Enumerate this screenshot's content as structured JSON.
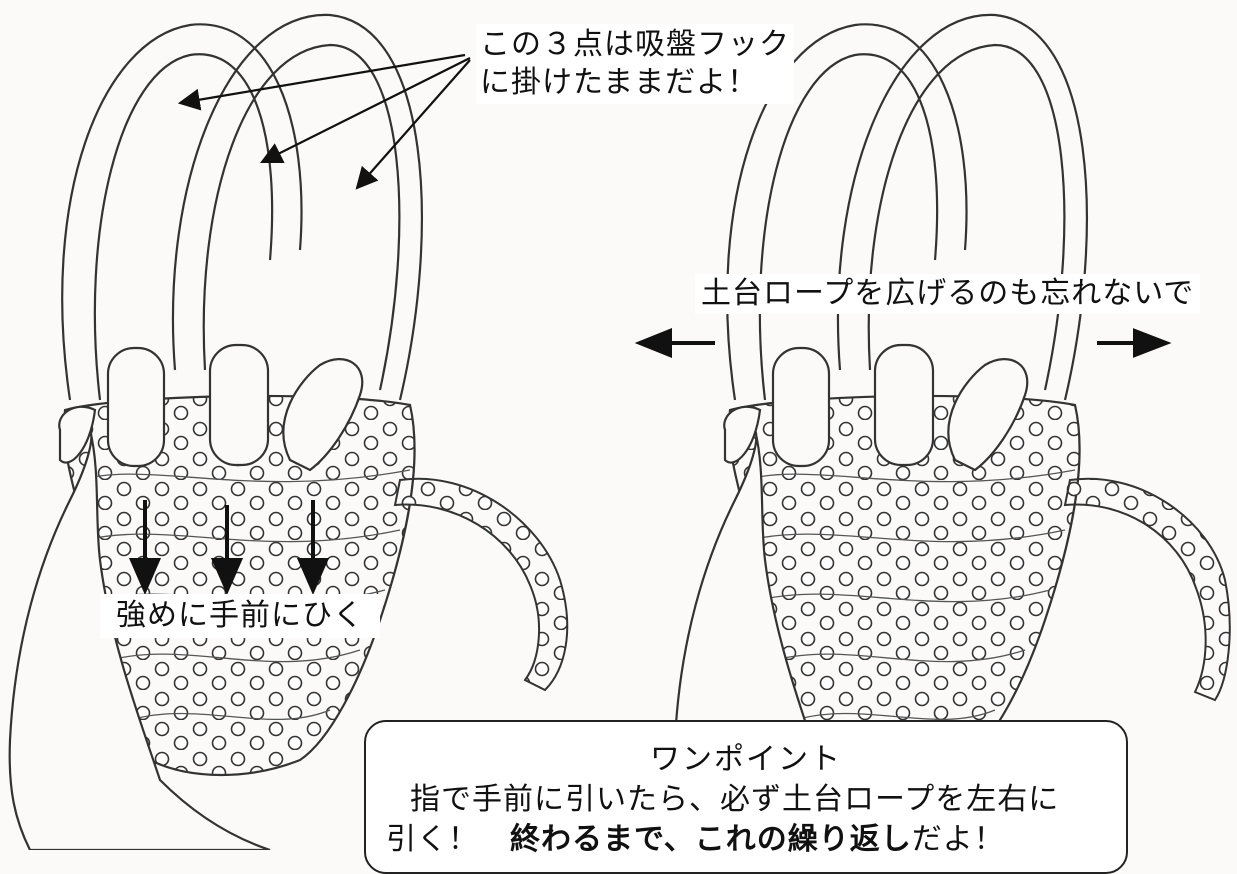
{
  "annotations": {
    "hooks_note": [
      "この３点は吸盤フック",
      "に掛けたままだよ！"
    ],
    "pull_note": "強めに手前にひく",
    "spread_note": "土台ロープを広げるのも忘れないで"
  },
  "tip": {
    "title": "ワンポイント",
    "line1": "指で手前に引いたら、必ず土台ロープを左右に",
    "line2_plain": "引く！",
    "line2_bold_a": "終わるまで、これの繰り返し",
    "line2_end": "だよ！"
  },
  "colors": {
    "ink": "#222222",
    "paper": "#fbfaf8",
    "dot_fill": "#ffffff"
  }
}
